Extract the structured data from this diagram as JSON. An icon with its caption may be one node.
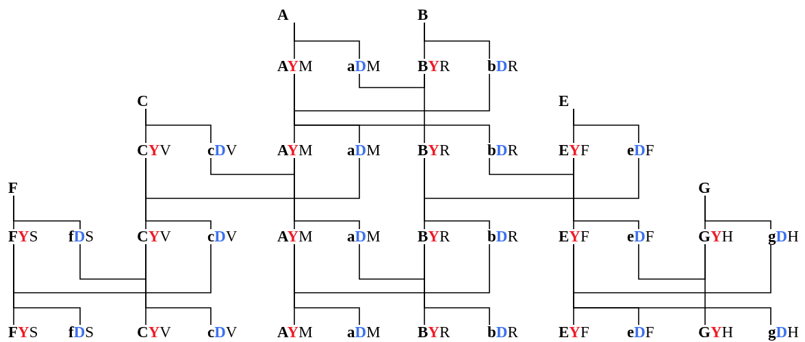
{
  "diagram": {
    "nodes": [
      {
        "text": [
          "A"
        ]
      },
      {
        "text": [
          "B"
        ]
      },
      {
        "text": [
          "**A****Y**M"
        ]
      },
      {
        "text": [
          "**a****D**M"
        ]
      },
      {
        "text": [
          "**B****Y**R"
        ]
      },
      {
        "text": [
          "**b****D**R"
        ]
      },
      {
        "text": [
          "C"
        ]
      },
      {
        "text": [
          "E"
        ]
      },
      {
        "text": [
          "**C****Y**V"
        ]
      },
      {
        "text": [
          "**c****D**V"
        ]
      },
      {
        "text": [
          "**A****Y**M"
        ]
      },
      {
        "text": [
          "**a****D**M"
        ]
      },
      {
        "text": [
          "**B****Y**R"
        ]
      },
      {
        "text": [
          "**b****D**R"
        ]
      },
      {
        "text": [
          "**E****Y**F"
        ]
      },
      {
        "text": [
          "**e****D**F"
        ]
      },
      {
        "text": [
          "F"
        ]
      },
      {
        "text": [
          "G"
        ]
      },
      {
        "text": [
          "**F****Y**S"
        ]
      },
      {
        "text": [
          "**f****D**S"
        ]
      },
      {
        "text": [
          "**C****Y**V"
        ]
      },
      {
        "text": [
          "**c****D**V"
        ]
      },
      {
        "text": [
          "**A****Y**M"
        ]
      },
      {
        "text": [
          "**a****D**M"
        ]
      },
      {
        "text": [
          "**B****Y**R"
        ]
      },
      {
        "text": [
          "**b****D**R"
        ]
      },
      {
        "text": [
          "**E****Y**F"
        ]
      },
      {
        "text": [
          "**e****D**F"
        ]
      },
      {
        "text": [
          "**G****Y**H"
        ]
      },
      {
        "text": [
          "**g****D**H"
        ]
      },
      {
        "text": [
          "**F****Y**S"
        ]
      },
      {
        "text": [
          "**f****D**S"
        ]
      },
      {
        "text": [
          "**C****Y**V"
        ]
      },
      {
        "text": [
          "**c****D**V"
        ]
      },
      {
        "text": [
          "**A****Y**M"
        ]
      },
      {
        "text": [
          "**a****D**M"
        ]
      },
      {
        "text": [
          "**B****Y**R"
        ]
      },
      {
        "text": [
          "**b****D**R"
        ]
      },
      {
        "text": [
          "**E****Y**F"
        ]
      },
      {
        "text": [
          "**e****D**F"
        ]
      },
      {
        "text": [
          "**G****Y**H"
        ]
      },
      {
        "text": [
          "**g****D**H"
        ]
      }
    ],
    "edges": [
      {
        "from": 0,
        "to": 2,
        "arrow": "none"
      },
      {
        "from": 0,
        "to": 3,
        "arrow": "none"
      },
      {
        "from": 1,
        "to": 4,
        "arrow": "none"
      },
      {
        "from": 1,
        "to": 5,
        "arrow": "none"
      },
      {
        "from": 3,
        "to": 4,
        "arrow": "none"
      },
      {
        "from": 2,
        "to": 5,
        "arrow": "none"
      },
      {
        "from": 2,
        "to": 10,
        "arrow": "none"
      },
      {
        "from": 2,
        "to": 11,
        "arrow": "none"
      },
      {
        "from": 4,
        "to": 12,
        "arrow": "none"
      },
      {
        "from": 2,
        "to": 13,
        "arrow": "none"
      },
      {
        "from": 6,
        "to": 8,
        "arrow": "none"
      },
      {
        "from": 6,
        "to": 9,
        "arrow": "none"
      },
      {
        "from": 7,
        "to": 14,
        "arrow": "none"
      },
      {
        "from": 7,
        "to": 15,
        "arrow": "none"
      },
      {
        "from": 9,
        "to": 10,
        "arrow": "none"
      },
      {
        "from": 8,
        "to": 11,
        "arrow": "none"
      },
      {
        "from": 13,
        "to": 14,
        "arrow": "none"
      },
      {
        "from": 12,
        "to": 15,
        "arrow": "none"
      },
      {
        "from": 8,
        "to": 20,
        "arrow": "none"
      },
      {
        "from": 8,
        "to": 21,
        "arrow": "none"
      },
      {
        "from": 10,
        "to": 22,
        "arrow": "none"
      },
      {
        "from": 10,
        "to": 23,
        "arrow": "none"
      },
      {
        "from": 12,
        "to": 24,
        "arrow": "none"
      },
      {
        "from": 12,
        "to": 25,
        "arrow": "none"
      },
      {
        "from": 14,
        "to": 26,
        "arrow": "none"
      },
      {
        "from": 14,
        "to": 27,
        "arrow": "none"
      },
      {
        "from": 16,
        "to": 18,
        "arrow": "none"
      },
      {
        "from": 16,
        "to": 19,
        "arrow": "none"
      },
      {
        "from": 17,
        "to": 28,
        "arrow": "none"
      },
      {
        "from": 17,
        "to": 29,
        "arrow": "none"
      },
      {
        "from": 19,
        "to": 20,
        "arrow": "none"
      },
      {
        "from": 18,
        "to": 21,
        "arrow": "none"
      },
      {
        "from": 23,
        "to": 24,
        "arrow": "none"
      },
      {
        "from": 22,
        "to": 25,
        "arrow": "none"
      },
      {
        "from": 27,
        "to": 28,
        "arrow": "none"
      },
      {
        "from": 26,
        "to": 29,
        "arrow": "none"
      },
      {
        "from": 18,
        "to": 30,
        "arrow": "none"
      },
      {
        "from": 18,
        "to": 31,
        "arrow": "none"
      },
      {
        "from": 20,
        "to": 32,
        "arrow": "none"
      },
      {
        "from": 20,
        "to": 33,
        "arrow": "none"
      },
      {
        "from": 22,
        "to": 34,
        "arrow": "none"
      },
      {
        "from": 22,
        "to": 35,
        "arrow": "none"
      },
      {
        "from": 24,
        "to": 36,
        "arrow": "none"
      },
      {
        "from": 24,
        "to": 37,
        "arrow": "none"
      },
      {
        "from": 26,
        "to": 38,
        "arrow": "none"
      },
      {
        "from": 26,
        "to": 39,
        "arrow": "none"
      },
      {
        "from": 26,
        "to": 41,
        "arrow": "none"
      },
      {
        "from": 28,
        "to": 40,
        "arrow": "none"
      }
    ]
  }
}
